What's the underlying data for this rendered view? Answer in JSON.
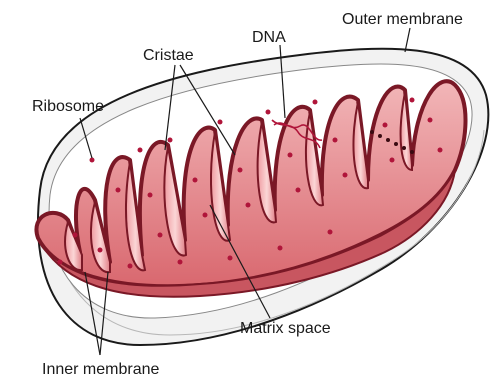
{
  "labels": {
    "dna": "DNA",
    "outer_membrane": "Outer membrane",
    "cristae": "Cristae",
    "ribosome": "Ribosome",
    "matrix_space": "Matrix space",
    "inner_membrane": "Inner membrane"
  },
  "colors": {
    "outer_membrane_fill": "#f4f4f4",
    "intermembrane_fill": "#ffffff",
    "matrix_fill": "#d96a72",
    "matrix_light": "#f0b3b5",
    "inner_membrane_stroke": "#7a1826",
    "ribosome_dot": "#b0153a",
    "dna_strand": "#b0153a"
  }
}
